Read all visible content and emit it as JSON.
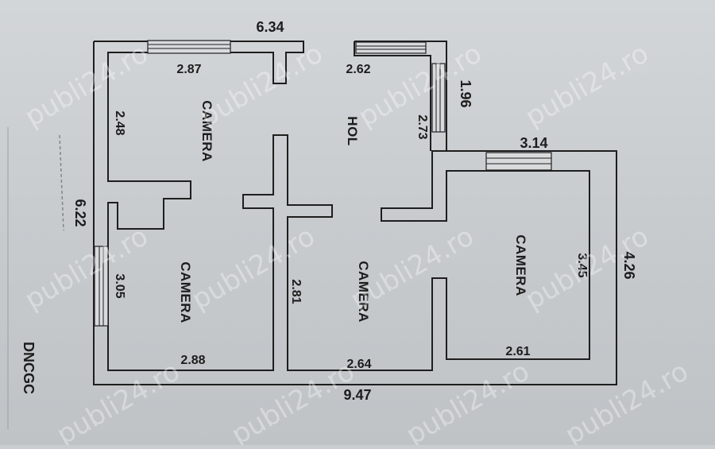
{
  "plan": {
    "rooms": [
      {
        "id": "camera-top-left",
        "label": "CAMERA"
      },
      {
        "id": "camera-bottom-left",
        "label": "CAMERA"
      },
      {
        "id": "hol",
        "label": "HOL"
      },
      {
        "id": "camera-bottom-middle",
        "label": "CAMERA"
      },
      {
        "id": "camera-right",
        "label": "CAMERA"
      }
    ],
    "dimensions": {
      "top_total": "6.34",
      "top_left_room": "2.87",
      "top_left_room_height": "2.48",
      "hol_top": "2.62",
      "hol_window": "1.96",
      "hol_side": "2.73",
      "right_top": "3.14",
      "left_height": "6.22",
      "bottom_left_room_height": "3.05",
      "middle_room_height": "2.81",
      "right_room_height": "3.45",
      "right_outer_height": "4.26",
      "bottom_left_width": "2.88",
      "bottom_middle_width": "2.64",
      "bottom_right_width": "2.61",
      "bottom_total": "9.47"
    },
    "margin_text": "DNCGC",
    "watermark": "publi24.ro"
  }
}
